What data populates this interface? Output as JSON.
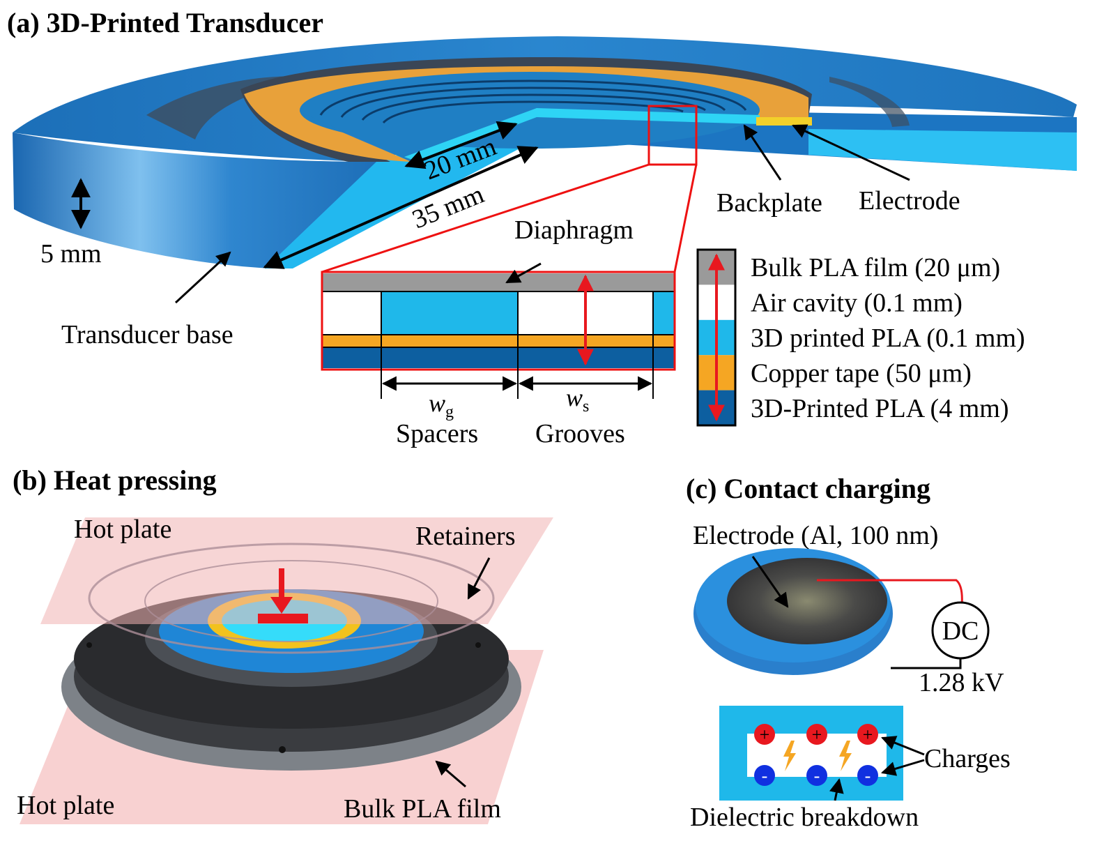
{
  "panel_a": {
    "title": "(a) 3D-Printed Transducer",
    "dim_inner": "20 mm",
    "dim_outer": "35 mm",
    "dim_height": "5 mm",
    "base_label": "Transducer base",
    "backplate_label": "Backplate",
    "electrode_label": "Electrode",
    "diaphragm_label": "Diaphragm",
    "spacer_symbol": "w",
    "spacer_sub": "g",
    "spacer_label": "Spacers",
    "groove_symbol": "w",
    "groove_sub": "s",
    "groove_label": "Grooves",
    "legend": [
      {
        "label": "Bulk PLA film (20 μm)",
        "color": "#9a9a9a"
      },
      {
        "label": "Air cavity (0.1 mm)",
        "color": "#ffffff"
      },
      {
        "label": "3D printed PLA (0.1 mm)",
        "color": "#1fb8ea"
      },
      {
        "label": "Copper tape (50 μm)",
        "color": "#f5a623"
      },
      {
        "label": "3D-Printed PLA (4 mm)",
        "color": "#0d5fa0"
      }
    ]
  },
  "panel_b": {
    "title": "(b) Heat pressing",
    "hot_plate_top": "Hot plate",
    "hot_plate_bottom": "Hot plate",
    "retainers_label": "Retainers",
    "film_label": "Bulk PLA film"
  },
  "panel_c": {
    "title": "(c) Contact charging",
    "electrode_label": "Electrode (Al, 100 nm)",
    "source_label": "DC",
    "voltage_label": "1.28 kV",
    "charges_label": "Charges",
    "breakdown_label": "Dielectric breakdown",
    "plus_sign": "+",
    "minus_sign": "-"
  }
}
